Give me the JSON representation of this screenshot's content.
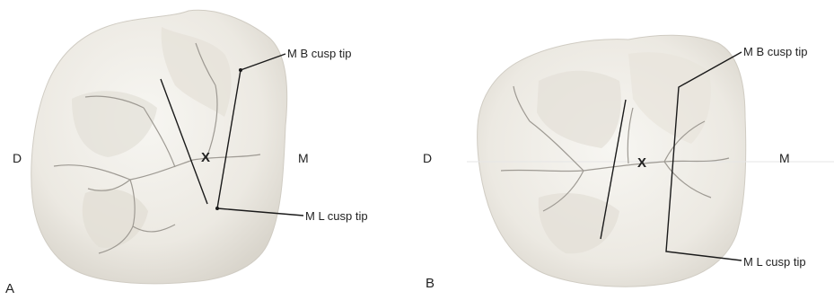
{
  "panels": [
    {
      "id": "A",
      "panel_label": "A",
      "distal_label": "D",
      "mesial_label": "M",
      "center_mark": "X",
      "mb_label": "M B cusp tip",
      "ml_label": "M L cusp tip"
    },
    {
      "id": "B",
      "panel_label": "B",
      "distal_label": "D",
      "mesial_label": "M",
      "center_mark": "X",
      "mb_label": "M B cusp tip",
      "ml_label": "M L cusp tip"
    }
  ],
  "colors": {
    "tooth_fill": "#f1efe9",
    "tooth_shadow": "#dcd8cf",
    "groove": "#9e9a93",
    "leader_line": "#1a1a1a"
  }
}
